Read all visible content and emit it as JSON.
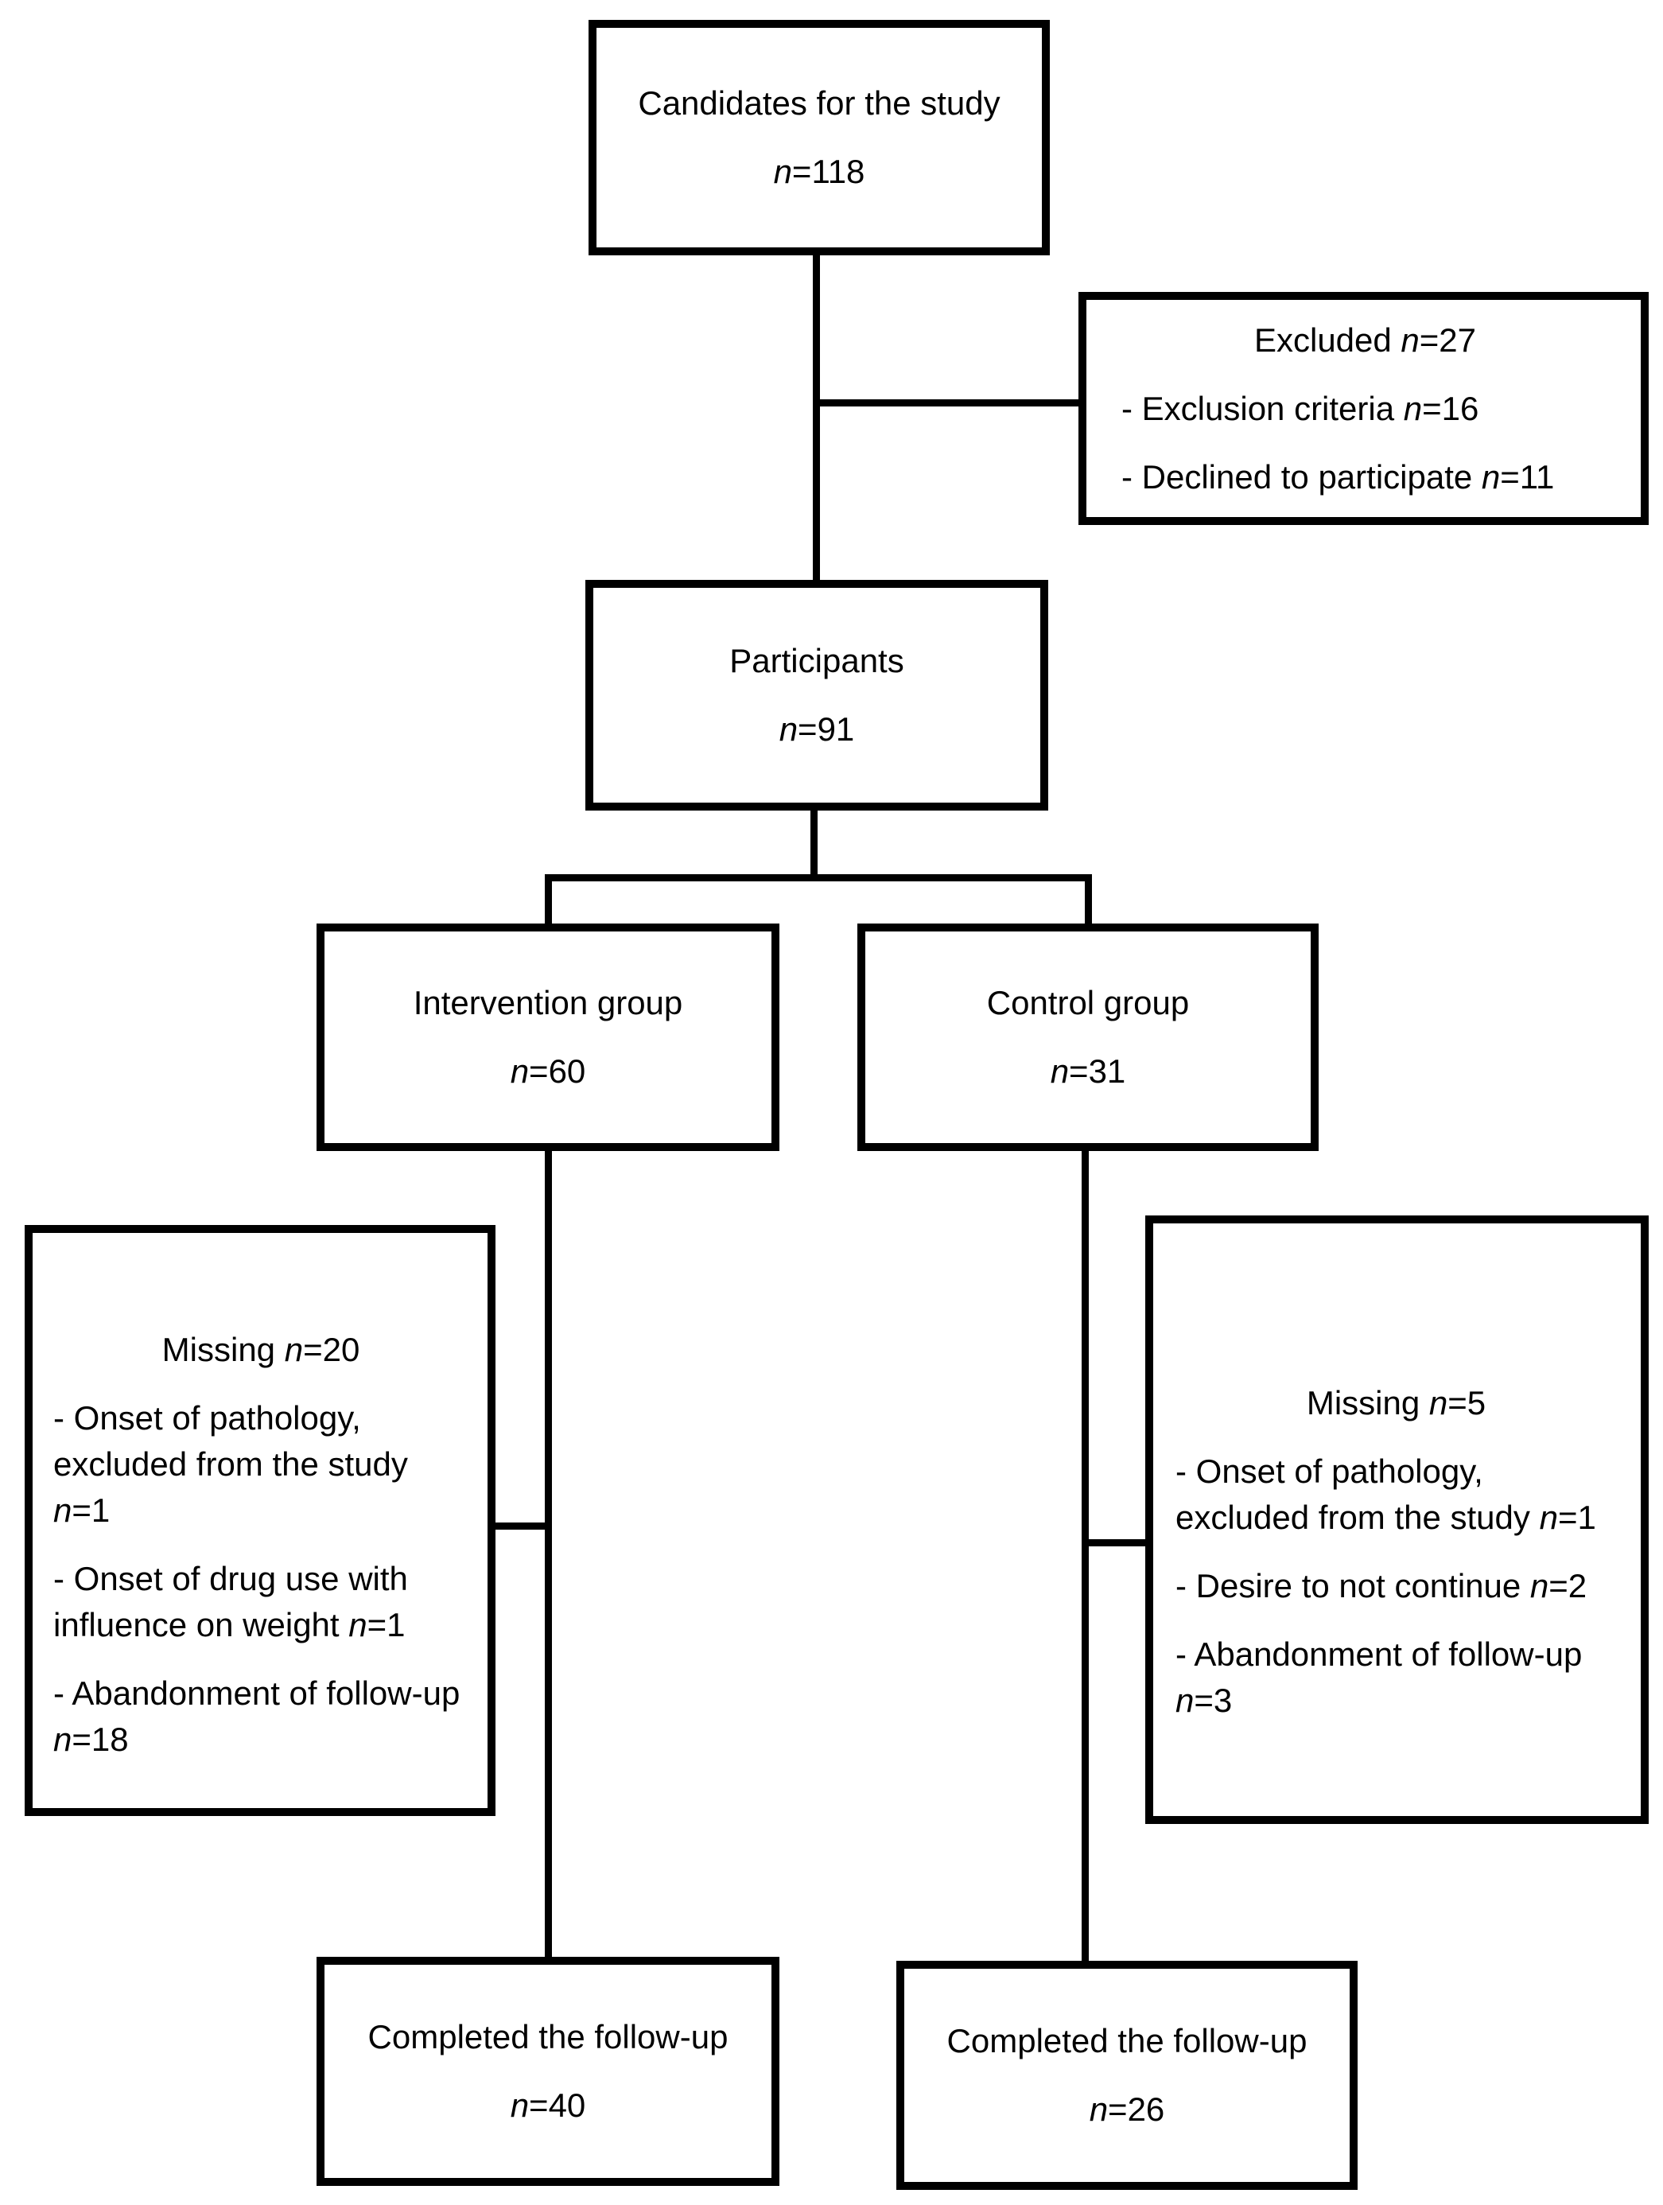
{
  "colors": {
    "bg": "#ffffff",
    "line": "#000000",
    "text": "#000000"
  },
  "diagram": {
    "candidates": {
      "title": "Candidates for the study",
      "count": "n=118"
    },
    "excluded": {
      "title": "Excluded n=27",
      "items": [
        "- Exclusion criteria n=16",
        "- Declined to participate n=11"
      ]
    },
    "participants": {
      "title": "Participants",
      "count": "n=91"
    },
    "intervention": {
      "title": "Intervention group",
      "count": "n=60"
    },
    "control": {
      "title": "Control group",
      "count": "n=31"
    },
    "missing_intervention": {
      "title": "Missing n=20",
      "items": [
        "- Onset of pathology,\nexcluded from the study n=1",
        "- Onset of drug use with\ninfluence on weight n=1",
        "- Abandonment of follow-up\nn=18"
      ]
    },
    "missing_control": {
      "title": "Missing n=5",
      "items": [
        "- Onset of pathology,\nexcluded from the study n=1",
        "- Desire to not continue n=2",
        "- Abandonment of follow-up\nn=3"
      ]
    },
    "completed_intervention": {
      "title": "Completed the follow-up",
      "count": "n=40"
    },
    "completed_control": {
      "title": "Completed the follow-up",
      "count": "n=26"
    }
  }
}
